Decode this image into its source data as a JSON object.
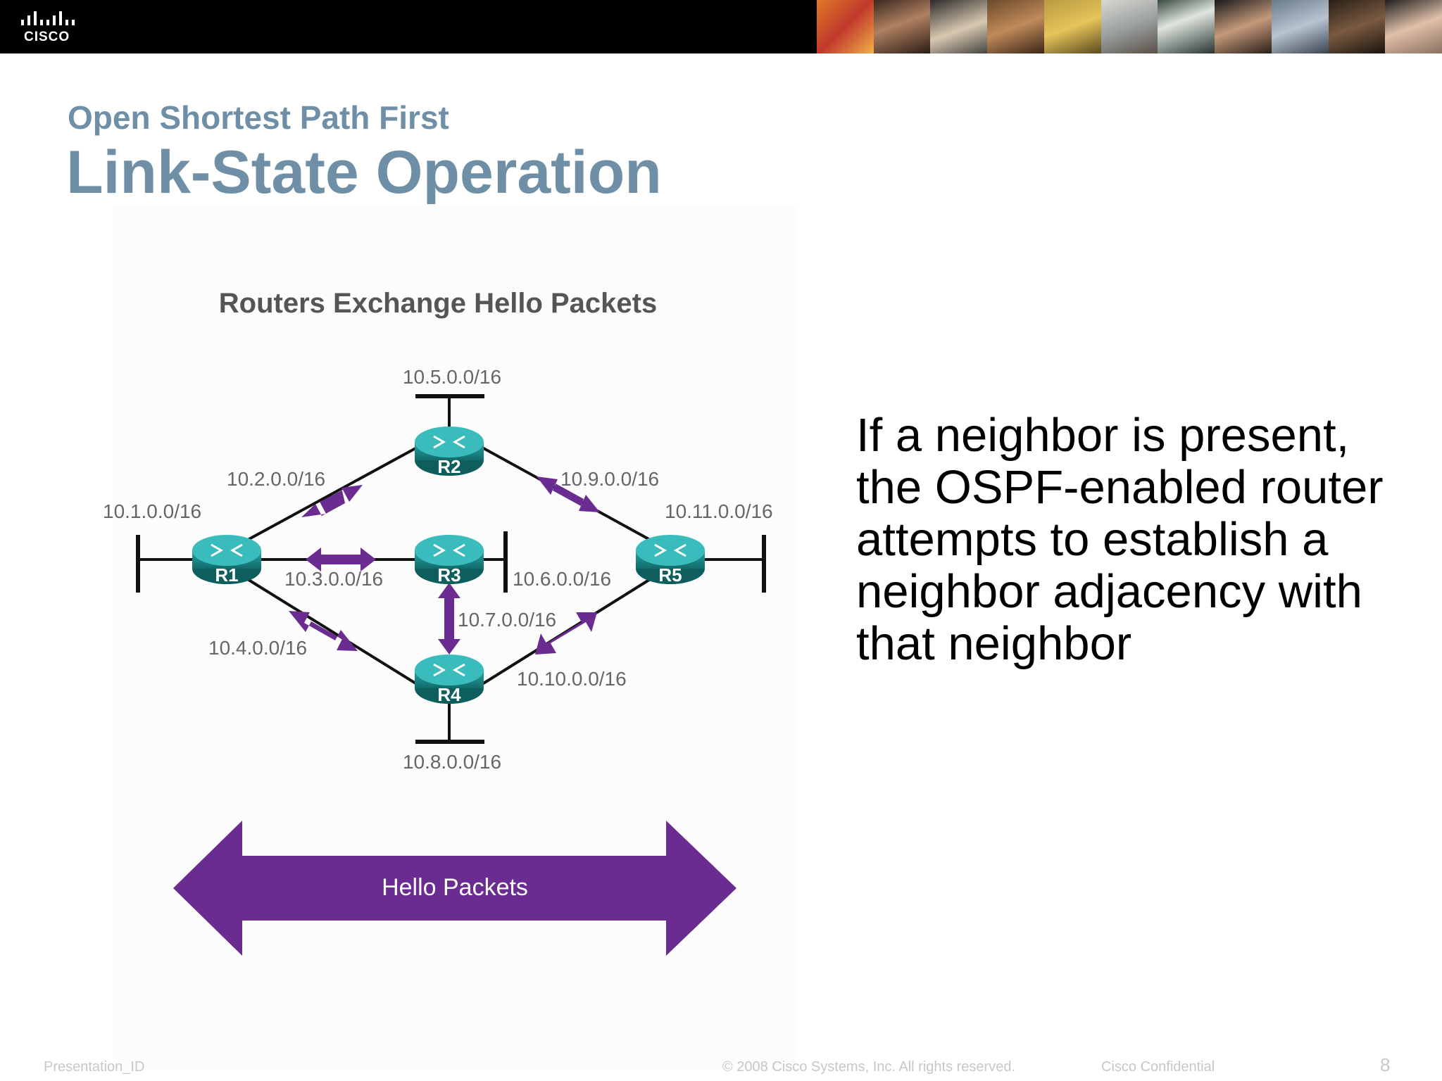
{
  "brand": {
    "logo_text": "CISCO"
  },
  "slide": {
    "subtitle": "Open Shortest Path First",
    "title": "Link-State Operation",
    "body": "If a neighbor is present, the OSPF-enabled router attempts to establish a neighbor adjacency with that neighbor"
  },
  "diagram": {
    "title": "Routers Exchange Hello Packets",
    "routers": [
      "R1",
      "R2",
      "R3",
      "R4",
      "R5"
    ],
    "networks": {
      "n1": "10.1.0.0/16",
      "n2": "10.2.0.0/16",
      "n3": "10.3.0.0/16",
      "n4": "10.4.0.0/16",
      "n5": "10.5.0.0/16",
      "n6": "10.6.0.0/16",
      "n7": "10.7.0.0/16",
      "n8": "10.8.0.0/16",
      "n9": "10.9.0.0/16",
      "n10": "10.10.0.0/16",
      "n11": "10.11.0.0/16"
    },
    "legend_label": "Hello Packets",
    "colors": {
      "router": "#1f8a8a",
      "router_dark": "#126b6b",
      "arrow": "#6a2c91",
      "link": "#111111",
      "label": "#666666"
    }
  },
  "footer": {
    "presentation_id": "Presentation_ID",
    "copyright": "© 2008 Cisco Systems, Inc. All rights reserved.",
    "confidential": "Cisco Confidential",
    "page_number": "8"
  }
}
